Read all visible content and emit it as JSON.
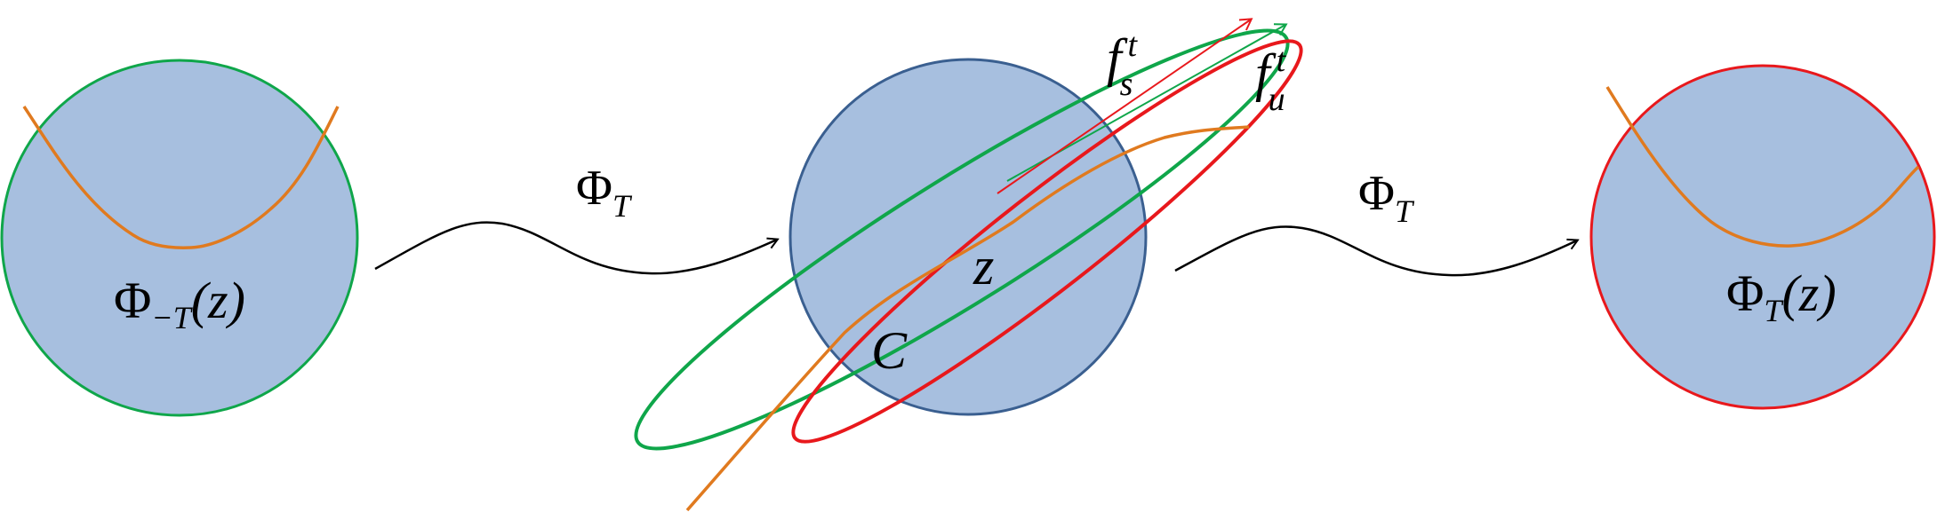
{
  "colors": {
    "disk_fill": "#a7bfdf",
    "center_disk_stroke": "#3a5f90",
    "green": "#0fa64a",
    "red": "#e8181c",
    "orange": "#e07a1f",
    "arrow": "#000000"
  },
  "left_disk": {
    "phi": "Φ",
    "sub": "−T",
    "arg": "(z)"
  },
  "center_disk": {
    "z_label": "z",
    "c_label": "C",
    "fs_f": "f",
    "fs_sub": "s",
    "fs_sup": "t",
    "fu_f": "f",
    "fu_sub": "u",
    "fu_sup": "t"
  },
  "right_disk": {
    "phi": "Φ",
    "sub": "T",
    "arg": "(z)"
  },
  "map_left": {
    "phi": "Φ",
    "sub": "T"
  },
  "map_right": {
    "phi": "Φ",
    "sub": "T"
  }
}
